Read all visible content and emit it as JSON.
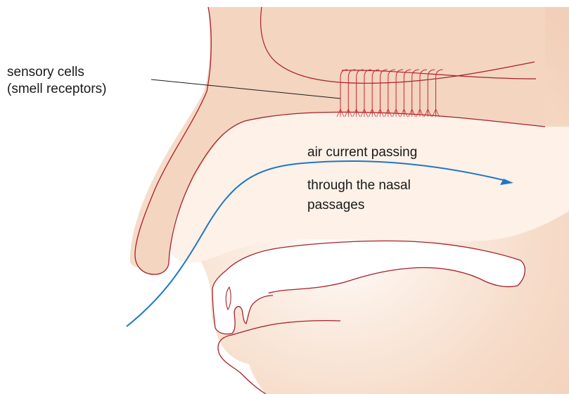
{
  "labels": {
    "sensory_line1": "sensory cells",
    "sensory_line2": "(smell receptors)",
    "air_line1": "air current passing",
    "air_line2": "through the nasal",
    "air_line3": "passages"
  },
  "colors": {
    "skin_fill": "#f4d5c0",
    "tissue_outline": "#a8202a",
    "receptor_lines": "#cc2630",
    "air_arrow": "#1f77c4",
    "leader_line": "#1a1a1a",
    "cavity_fill": "#ffffff"
  }
}
